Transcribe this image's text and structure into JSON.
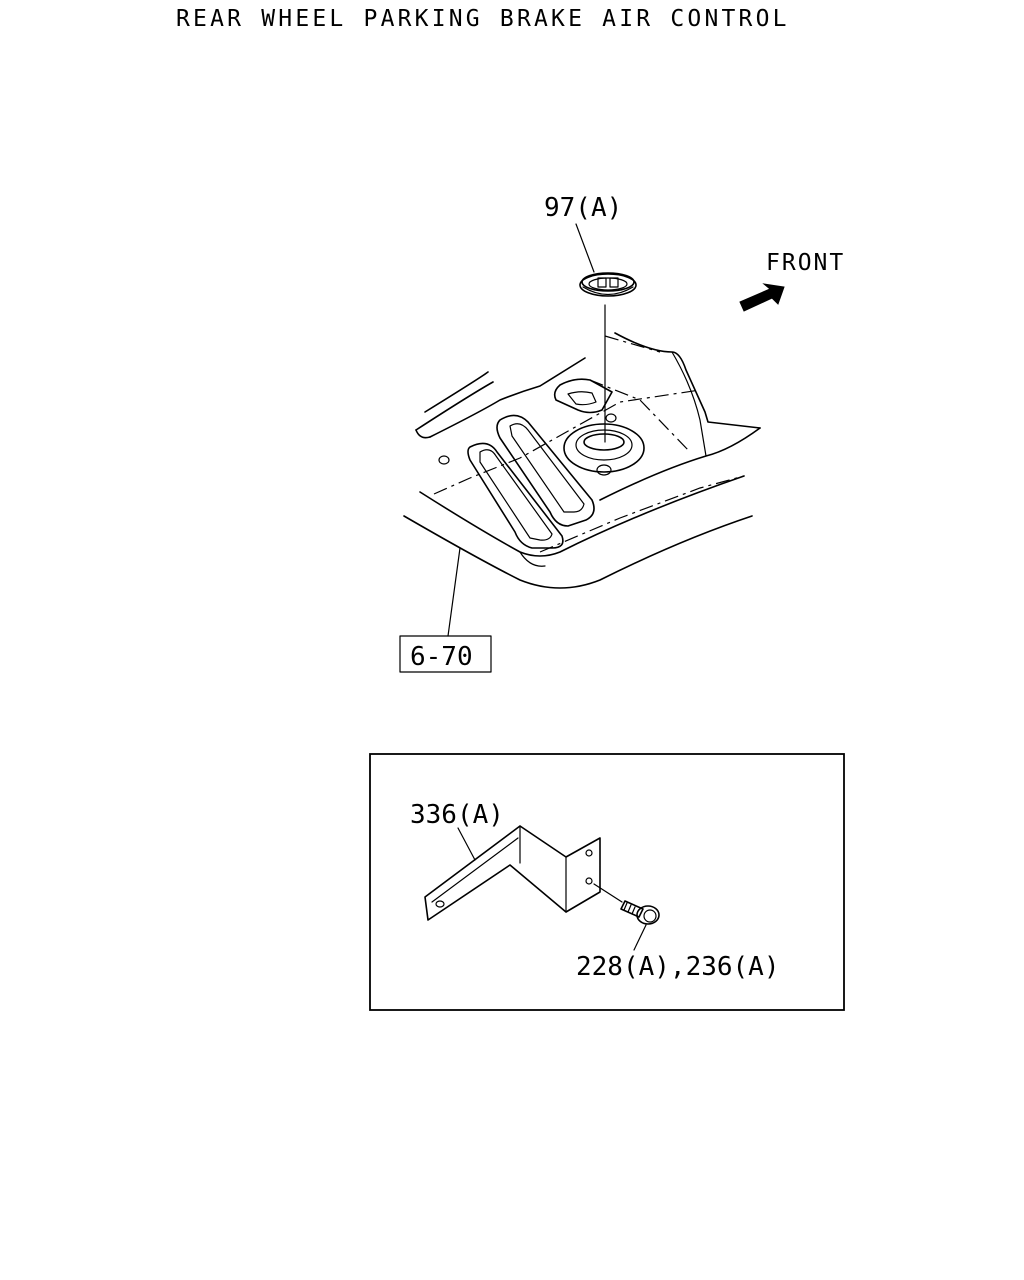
{
  "title": "REAR WHEEL PARKING BRAKE AIR CONTROL",
  "direction_label": "FRONT",
  "callouts": {
    "grommet": "97(A)",
    "floor_ref": "6-70",
    "bracket": "336(A)",
    "bolt": "228(A),236(A)"
  },
  "icons": {
    "front_arrow": "front-arrow-icon"
  }
}
